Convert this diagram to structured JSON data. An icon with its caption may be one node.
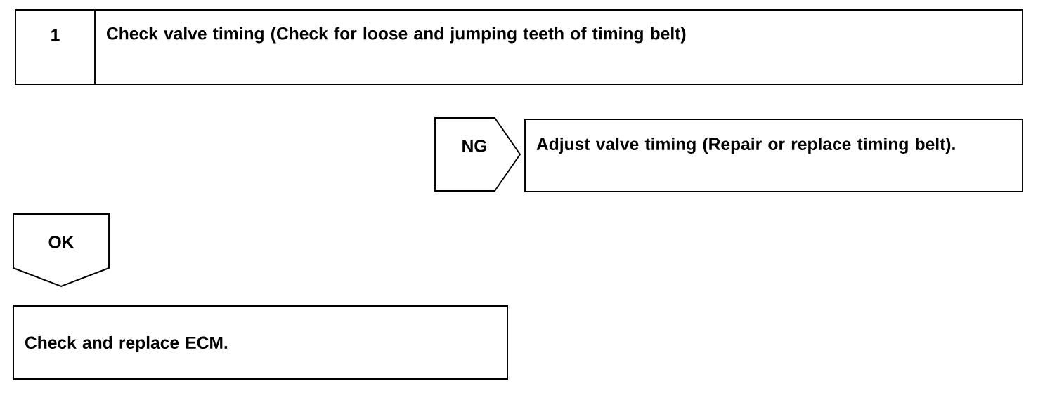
{
  "diagram": {
    "nodes": [
      {
        "text": [
          "1",
          "Check valve timing (Check for loose and jumping teeth of timing belt)"
        ]
      },
      {
        "text": [
          "NG"
        ]
      },
      {
        "text": [
          "Adjust valve timing (Repair or replace timing belt)."
        ]
      },
      {
        "text": [
          "OK"
        ]
      },
      {
        "text": [
          "Check and replace ECM."
        ]
      }
    ]
  }
}
